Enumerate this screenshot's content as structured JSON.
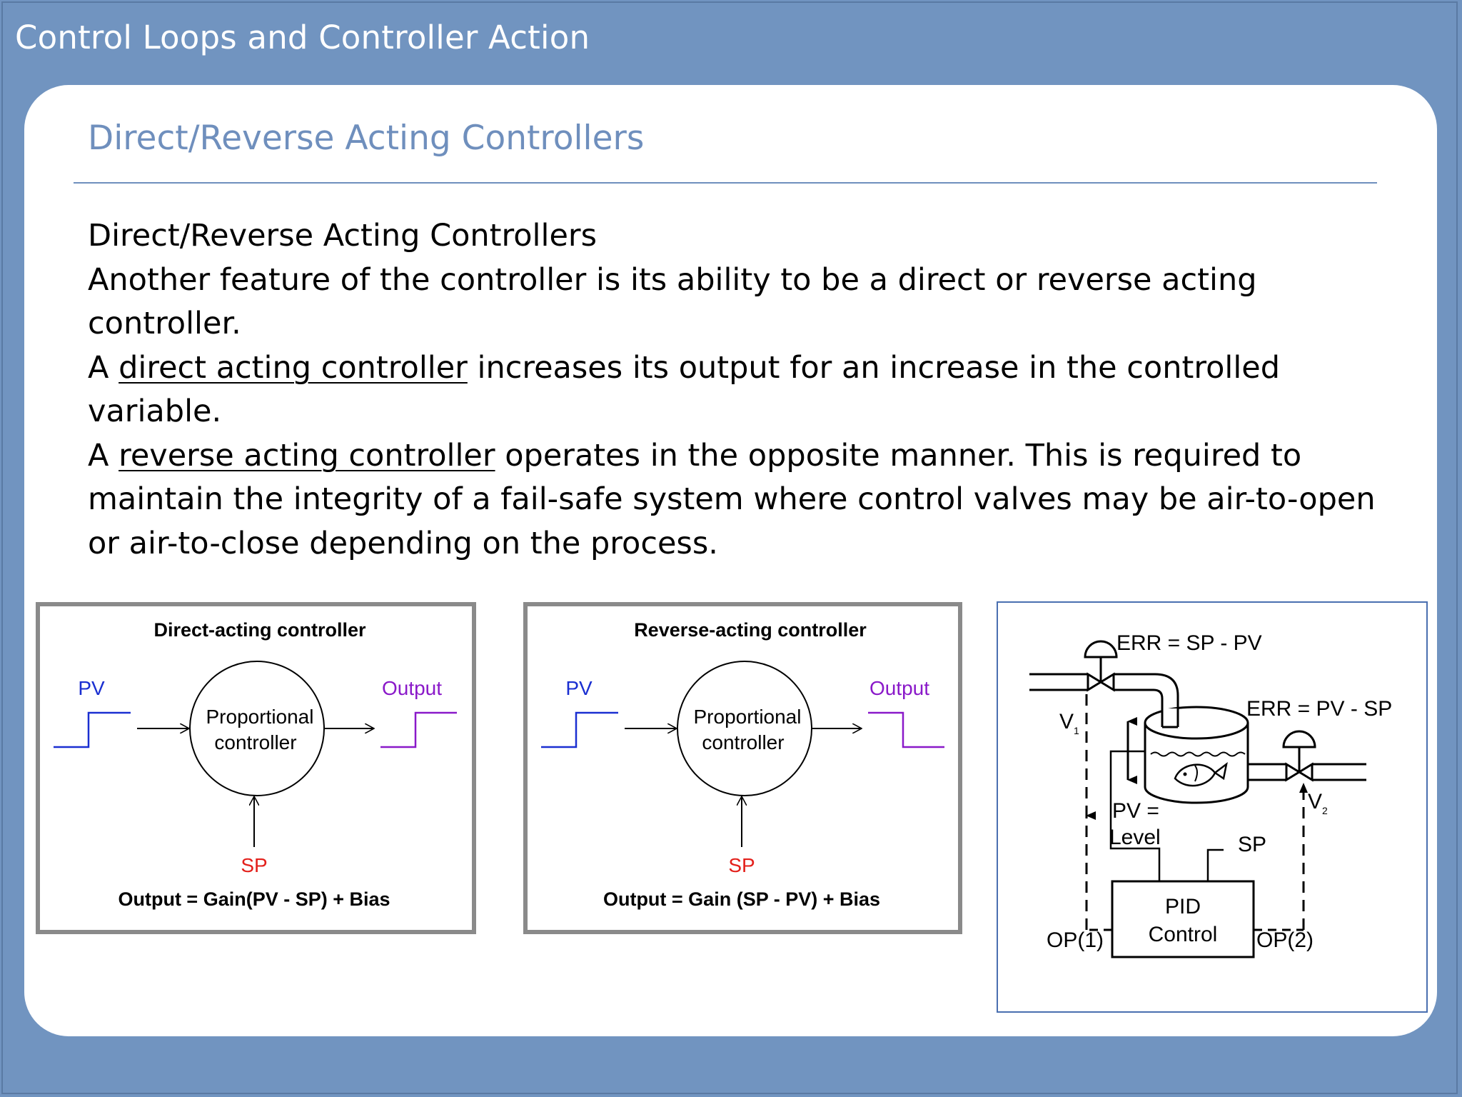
{
  "header": {
    "section_title": "Control Loops and Controller Action"
  },
  "slide": {
    "title": "Direct/Reverse Acting Controllers",
    "heading_line": "Direct/Reverse Acting Controllers",
    "para1": "Another feature of the controller is its ability to be a direct or reverse acting controller.",
    "para2_prefix": "A ",
    "para2_term": "direct acting controller",
    "para2_rest": " increases its output for an increase in the controlled variable.",
    "para3_prefix": "A ",
    "para3_term": "reverse acting controller",
    "para3_rest": " operates in the opposite manner.  This is required to maintain the integrity of a fail-safe system where control valves may be air-to-open or air-to-close depending on the process."
  },
  "direct_panel": {
    "title": "Direct-acting controller",
    "pv": "PV",
    "output": "Output",
    "block_line1": "Proportional",
    "block_line2": "controller",
    "sp": "SP",
    "equation": "Output = Gain(PV - SP) + Bias"
  },
  "reverse_panel": {
    "title": "Reverse-acting controller",
    "pv": "PV",
    "output": "Output",
    "block_line1": "Proportional",
    "block_line2": "controller",
    "sp": "SP",
    "equation": "Output = Gain (SP - PV) + Bias"
  },
  "process_panel": {
    "err_top": "ERR = SP - PV",
    "err_right": "ERR = PV - SP",
    "v1": "V",
    "v1_sub": "1",
    "v2": "V",
    "v2_sub": "2",
    "pv_line1": "PV =",
    "pv_line2": "Level",
    "sp": "SP",
    "pid_line1": "PID",
    "pid_line2": "Control",
    "op1": "OP(1)",
    "op2": "OP(2)"
  },
  "colors": {
    "background": "#7194c0",
    "title": "#6f8fbd",
    "pv_blue": "#1a2fd1",
    "output_purple": "#8a19c9",
    "sp_red": "#e3201b"
  }
}
